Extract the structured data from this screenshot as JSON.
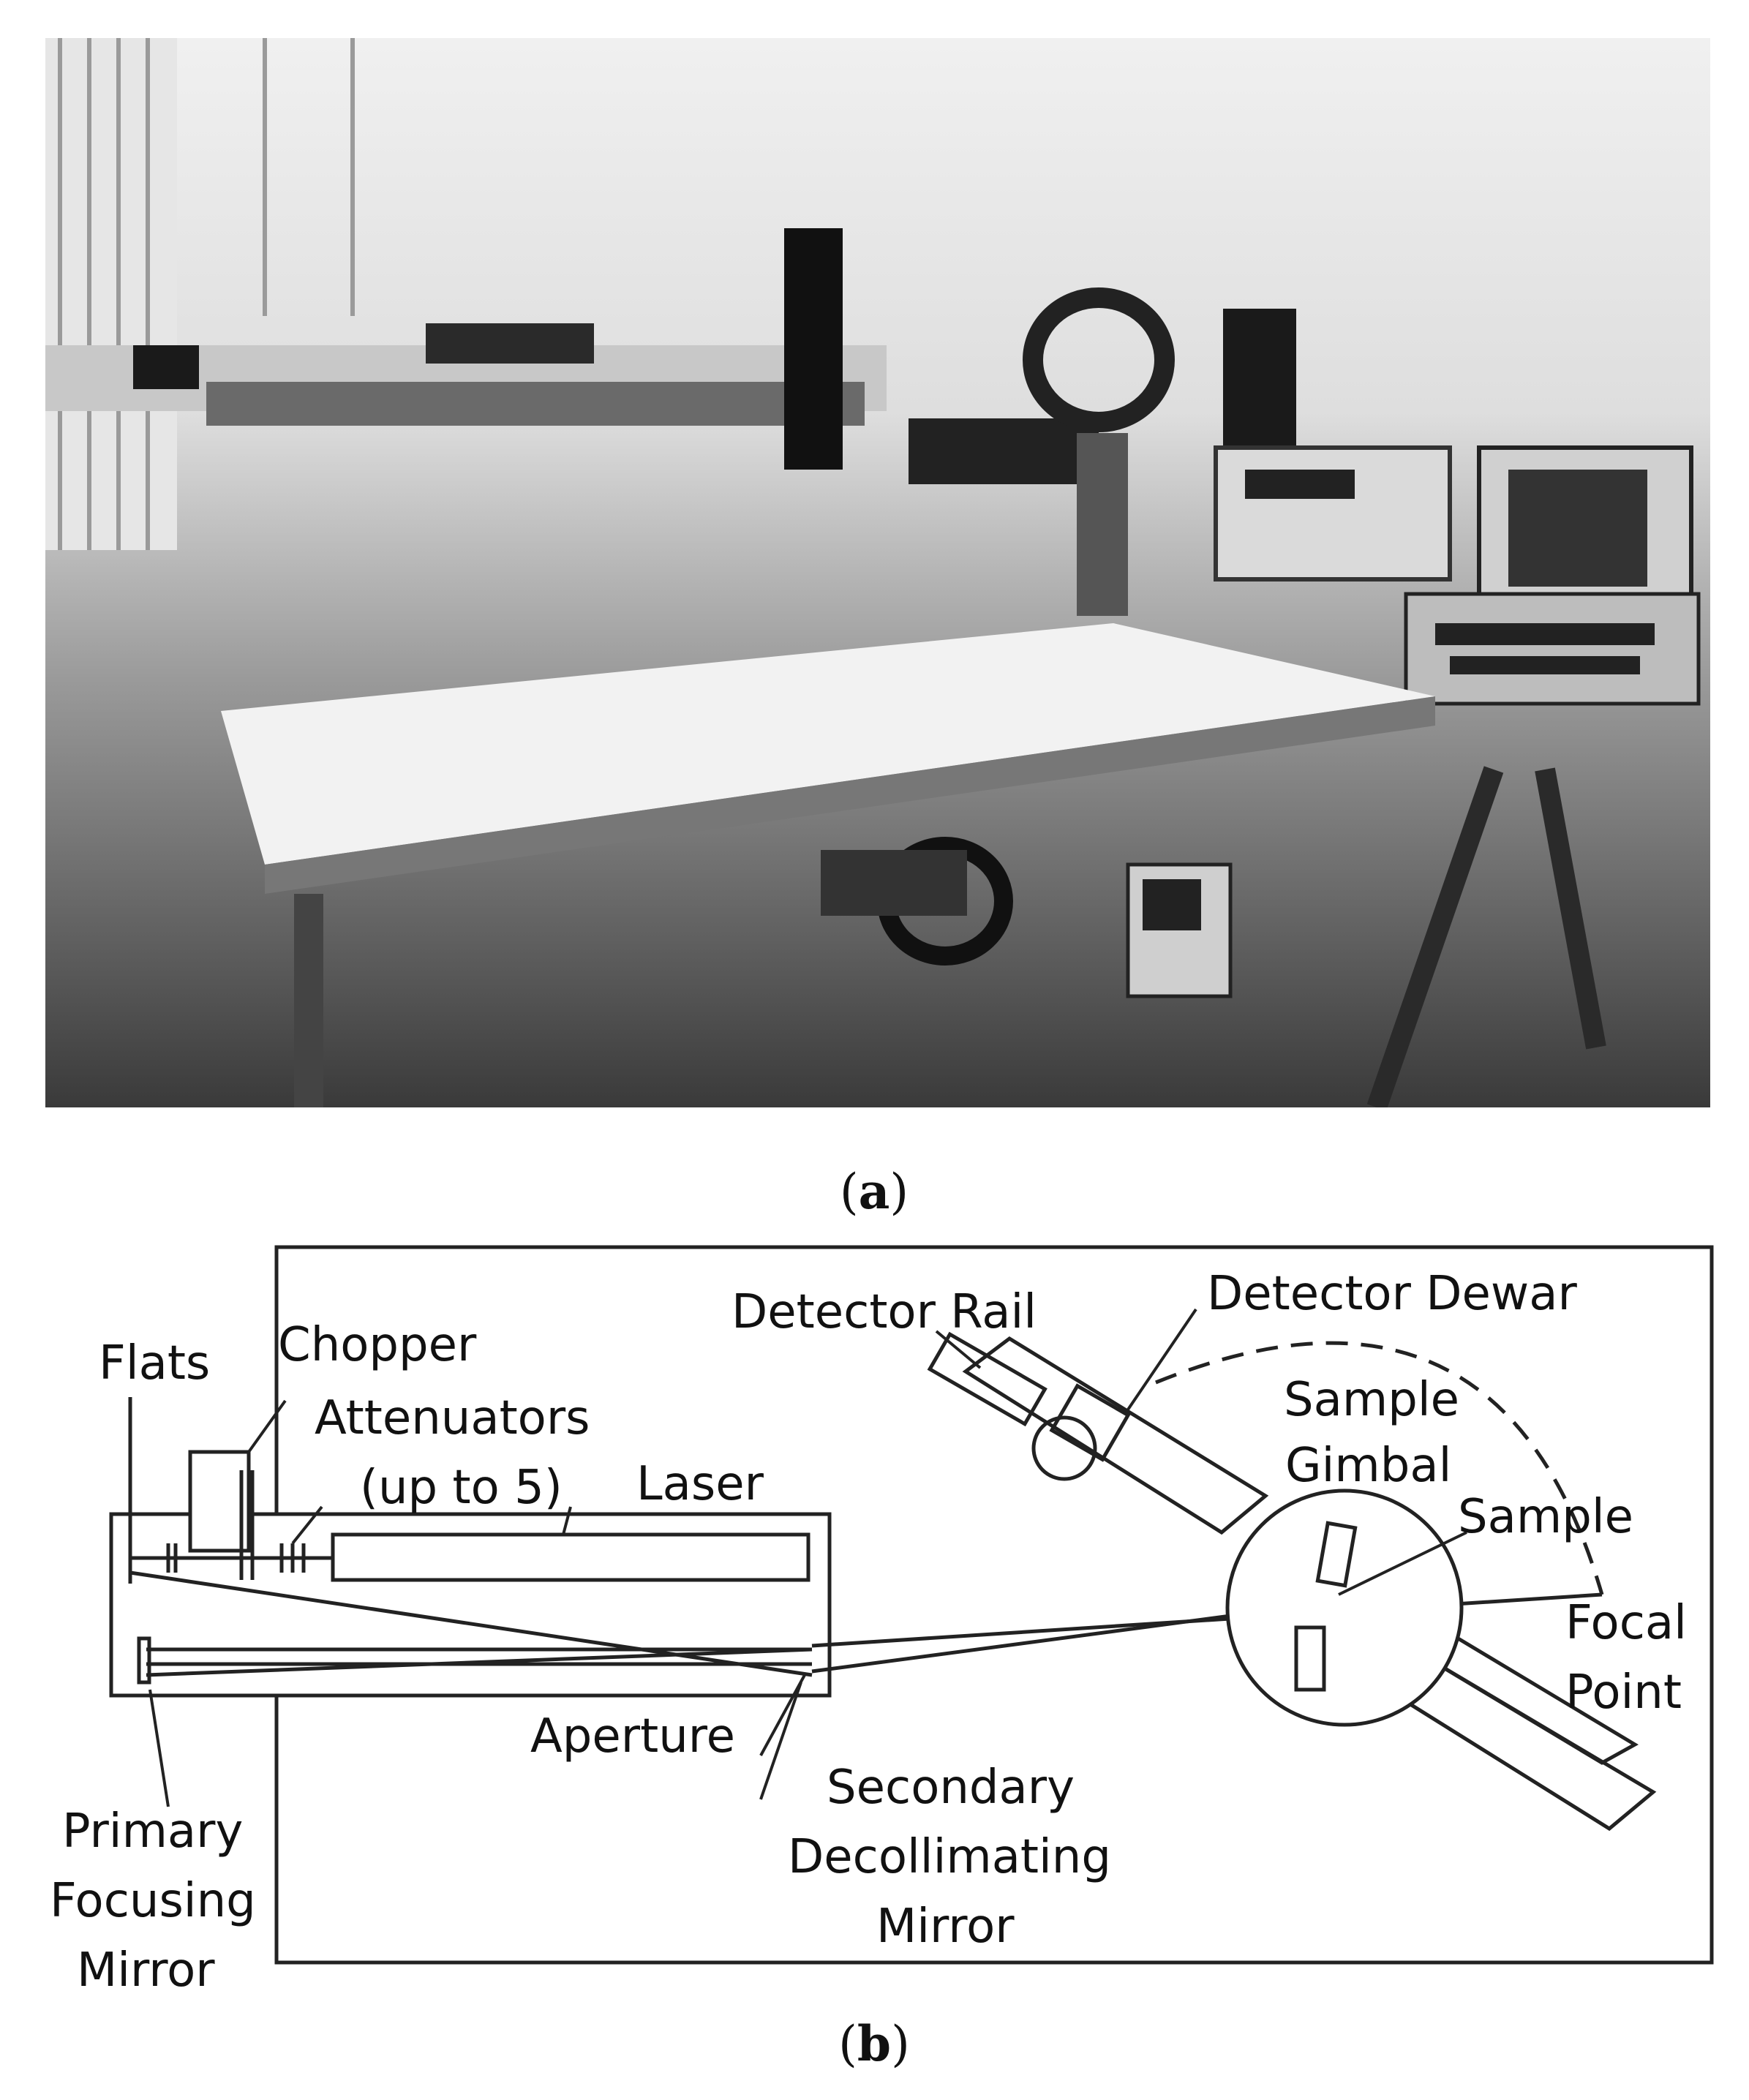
{
  "captions": {
    "a": "a",
    "b": "b"
  },
  "labels": {
    "flats": "Flats",
    "chopper": "Chopper",
    "attenuators_1": "Attenuators",
    "attenuators_2": "(up to 5)",
    "laser": "Laser",
    "detector_rail": "Detector Rail",
    "detector_dewar": "Detector Dewar",
    "sample_gimbal_1": "Sample",
    "sample_gimbal_2": "Gimbal",
    "sample": "Sample",
    "focal_point_1": "Focal",
    "focal_point_2": "Point",
    "aperture": "Aperture",
    "secondary_1": "Secondary",
    "secondary_2": "Decollimating",
    "secondary_3": "Mirror",
    "primary_1": "Primary",
    "primary_2": "Focusing",
    "primary_3": "Mirror"
  }
}
